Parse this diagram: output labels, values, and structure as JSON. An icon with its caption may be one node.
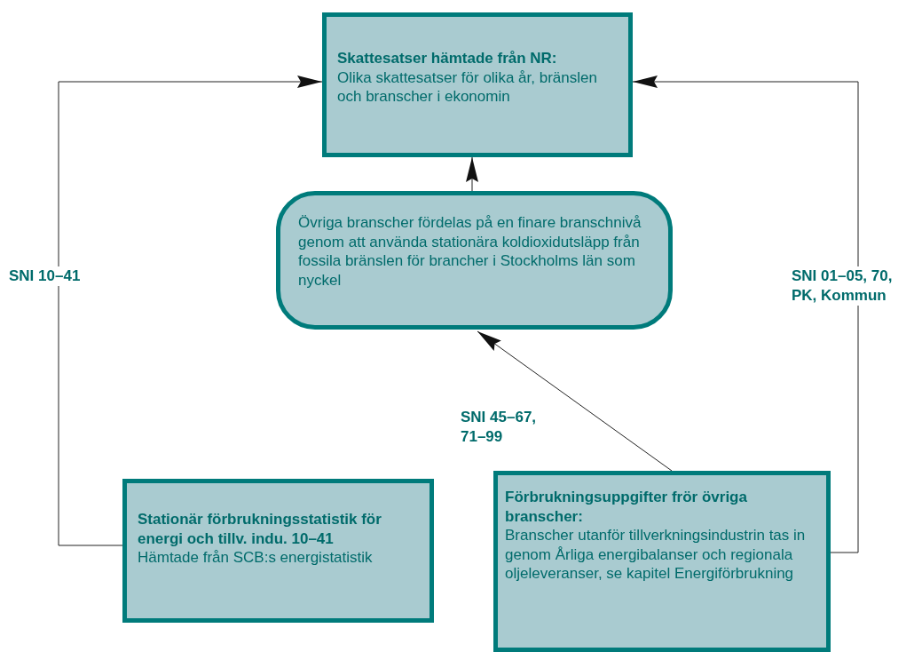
{
  "diagram": {
    "nodes": [
      {
        "text": [
          "Skattesatser hämtade från NR:",
          "Olika skattesatser för olika år, bränslen och branscher i ekonomin"
        ]
      },
      {
        "text": [
          "Övriga branscher fördelas på en finare branschnivå genom att använda stationära koldioxidutsläpp från fossila bränslen för brancher i Stockholms län som nyckel"
        ]
      },
      {
        "text": [
          "Stationär förbrukningsstatistik för energi och tillv. indu. 10–41",
          "Hämtade från SCB:s energistatistik"
        ]
      },
      {
        "text": [
          "Förbrukningsuppgifter frör övriga branscher:",
          "Branscher utanför tillverkningsindustrin tas in genom Årliga energibalanser och regionala oljeleveranser, se kapitel Energiförbrukning"
        ]
      }
    ],
    "edges": [
      {
        "from": 1,
        "to": 0,
        "arrow": "to"
      },
      {
        "from": 2,
        "to": 0,
        "arrow": "to",
        "label": "SNI 10–41"
      },
      {
        "from": 3,
        "to": 0,
        "arrow": "to",
        "label": "SNI 01–05, 70, PK, Kommun"
      },
      {
        "from": 3,
        "to": 1,
        "arrow": "to",
        "label": "SNI 45–67, 71–99"
      }
    ]
  }
}
